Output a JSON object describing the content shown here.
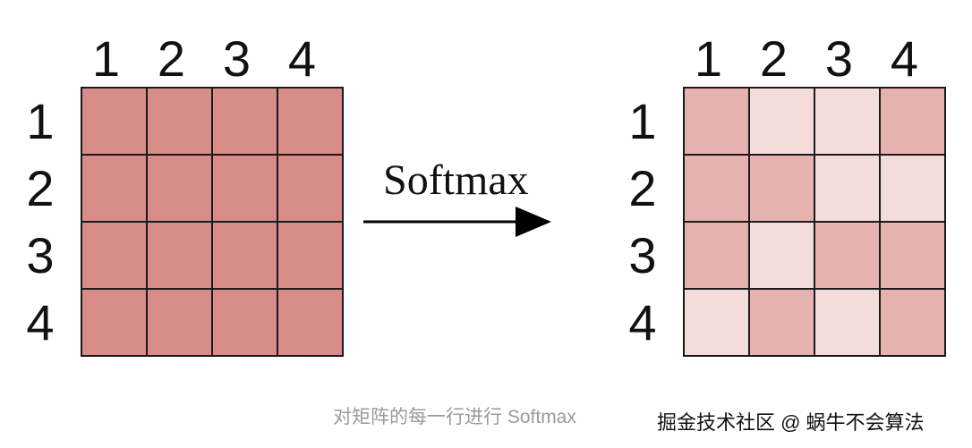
{
  "labels": [
    "1",
    "2",
    "3",
    "4"
  ],
  "operation": "Softmax",
  "caption": "对矩阵的每一行进行 Softmax",
  "watermark": "掘金技术社区 @ 蜗牛不会算法",
  "colors": {
    "uniform": "#d78c88",
    "dark": "#e6b2af",
    "light": "#f4dcda",
    "line": "#1a1a1a"
  },
  "left_matrix": [
    [
      "uniform",
      "uniform",
      "uniform",
      "uniform"
    ],
    [
      "uniform",
      "uniform",
      "uniform",
      "uniform"
    ],
    [
      "uniform",
      "uniform",
      "uniform",
      "uniform"
    ],
    [
      "uniform",
      "uniform",
      "uniform",
      "uniform"
    ]
  ],
  "right_matrix": [
    [
      "dark",
      "light",
      "light",
      "dark"
    ],
    [
      "dark",
      "dark",
      "light",
      "light"
    ],
    [
      "dark",
      "light",
      "dark",
      "dark"
    ],
    [
      "light",
      "dark",
      "light",
      "dark"
    ]
  ]
}
